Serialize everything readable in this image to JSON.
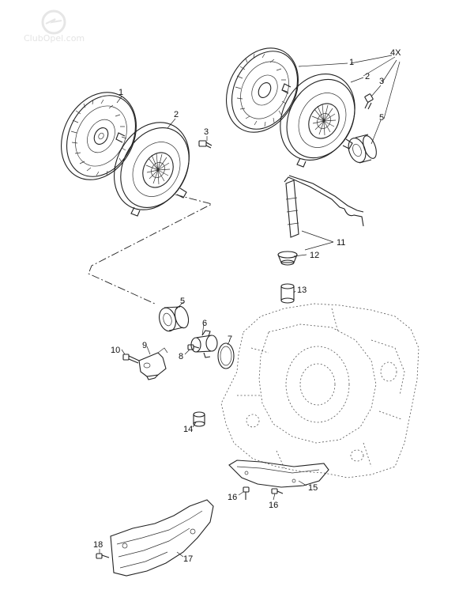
{
  "watermark": "ClubOpel.com",
  "multiplier": "4X",
  "callouts": {
    "l1": "1",
    "l2": "2",
    "l3": "3",
    "r1": "1",
    "r2": "2",
    "r3": "3",
    "r5": "5",
    "c5": "5",
    "c6": "6",
    "c7": "7",
    "c8": "8",
    "c9": "9",
    "c10": "10",
    "c11": "11",
    "c12": "12",
    "c13": "13",
    "c14": "14",
    "c15": "15",
    "c16a": "16",
    "c16b": "16",
    "c17": "17",
    "c18": "18"
  },
  "icons": {
    "clutch_disc": "clutch-disc-icon",
    "pressure_plate": "pressure-plate-icon",
    "bolt": "bolt-icon",
    "release_bearing": "release-bearing-icon",
    "gearbox": "gearbox-housing-icon"
  },
  "colors": {
    "ink": "#222222",
    "gearbox": "#555555",
    "background": "#ffffff"
  }
}
